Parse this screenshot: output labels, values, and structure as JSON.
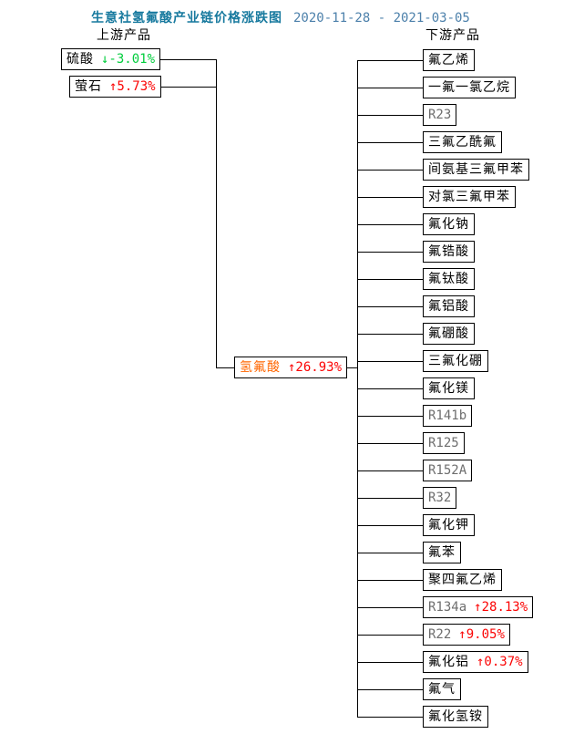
{
  "title": "生意社氢氟酸产业链价格涨跌图",
  "date_range": "2020-11-28 - 2021-03-05",
  "upstream_header": "上游产品",
  "downstream_header": "下游产品",
  "center_node": {
    "name": "氢氟酸",
    "change": "↑26.93%",
    "direction": "up"
  },
  "upstream_nodes": [
    {
      "name": "硫酸",
      "change": "↓-3.01%",
      "direction": "down"
    },
    {
      "name": "萤石",
      "change": "↑5.73%",
      "direction": "up"
    }
  ],
  "downstream_nodes": [
    {
      "name": "氟乙烯"
    },
    {
      "name": "一氟一氯乙烷"
    },
    {
      "name": "R23"
    },
    {
      "name": "三氟乙酰氟"
    },
    {
      "name": "间氨基三氟甲苯"
    },
    {
      "name": "对氯三氟甲苯"
    },
    {
      "name": "氟化钠"
    },
    {
      "name": "氟锆酸"
    },
    {
      "name": "氟钛酸"
    },
    {
      "name": "氟铝酸"
    },
    {
      "name": "氟硼酸"
    },
    {
      "name": "三氟化硼"
    },
    {
      "name": "氟化镁"
    },
    {
      "name": "R141b"
    },
    {
      "name": "R125"
    },
    {
      "name": "R152A"
    },
    {
      "name": "R32"
    },
    {
      "name": "氟化钾"
    },
    {
      "name": "氟苯"
    },
    {
      "name": "聚四氟乙烯"
    },
    {
      "name": "R134a",
      "change": "↑28.13%",
      "direction": "up"
    },
    {
      "name": "R22",
      "change": "↑9.05%",
      "direction": "up"
    },
    {
      "name": "氟化铝",
      "change": "↑0.37%",
      "direction": "up"
    },
    {
      "name": "氟气"
    },
    {
      "name": "氟化氢铵"
    }
  ],
  "colors": {
    "title": "#17799e",
    "date": "#4d81ab",
    "up": "#fb0404",
    "down": "#00cd3c",
    "center_name": "#ff6600",
    "latin_name": "#6e6e6e",
    "cjk_name": "#000000",
    "line": "#000000",
    "background": "#ffffff"
  }
}
